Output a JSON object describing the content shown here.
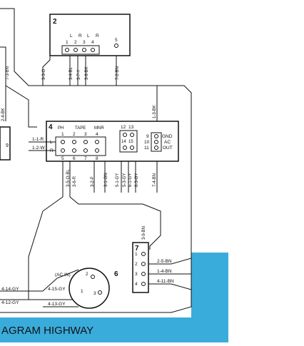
{
  "title": "AGRAM HIGHWAY",
  "accent_color": "#3aacdc",
  "block2": {
    "id": "2",
    "top_letters": [
      "L",
      "R",
      "L",
      "R"
    ],
    "pins": [
      "1",
      "2",
      "3",
      "4"
    ],
    "pin5": "5"
  },
  "block4": {
    "id": "4",
    "group_labels": [
      "PH",
      "TAPE",
      "MNR"
    ],
    "top_pins": [
      "1",
      "2",
      "3",
      "4"
    ],
    "bottom_pins": [
      "5",
      "6",
      "7",
      "8"
    ],
    "mid_top": [
      "12",
      "13"
    ],
    "mid_inner": [
      "14",
      "15"
    ],
    "right_pins": [
      "9",
      "10",
      "11"
    ],
    "right_labels": [
      "GND",
      "AC",
      "OUT"
    ],
    "left_labels": [
      "1-1-R",
      "1-2-W"
    ],
    "side_letters": [
      "L",
      "R"
    ]
  },
  "block7": {
    "id": "7",
    "pins": [
      "1",
      "2",
      "3",
      "4"
    ],
    "wires": [
      "2-5-BN",
      "1-4-BN",
      "4-11-BN"
    ]
  },
  "block6": {
    "id": "6",
    "ac_in": "(AC IN)",
    "pins": [
      "1",
      "2",
      "3"
    ]
  },
  "left_block_pin": "9",
  "wire_labels": {
    "top_row": [
      "7-3-BN",
      "3-3-O",
      "3-4-BL",
      "3-7-Y",
      "3-8-BK",
      "7-2-BN"
    ],
    "left_vertical": "2-4-BK",
    "right_vertical": "1-3-BK",
    "bottom_row": [
      "3-5-O-BL",
      "3-6-R",
      "3-2-P",
      "3-1-GN",
      "5-1-GY",
      "5-3-GY",
      "6-1-GY",
      "6-3-GY",
      "7-4-BN"
    ],
    "to_block7": "3-9-BN",
    "bottom_left": [
      "4-14-GY",
      "4-12-GY",
      "4-15-GY",
      "4-13-GY"
    ]
  }
}
